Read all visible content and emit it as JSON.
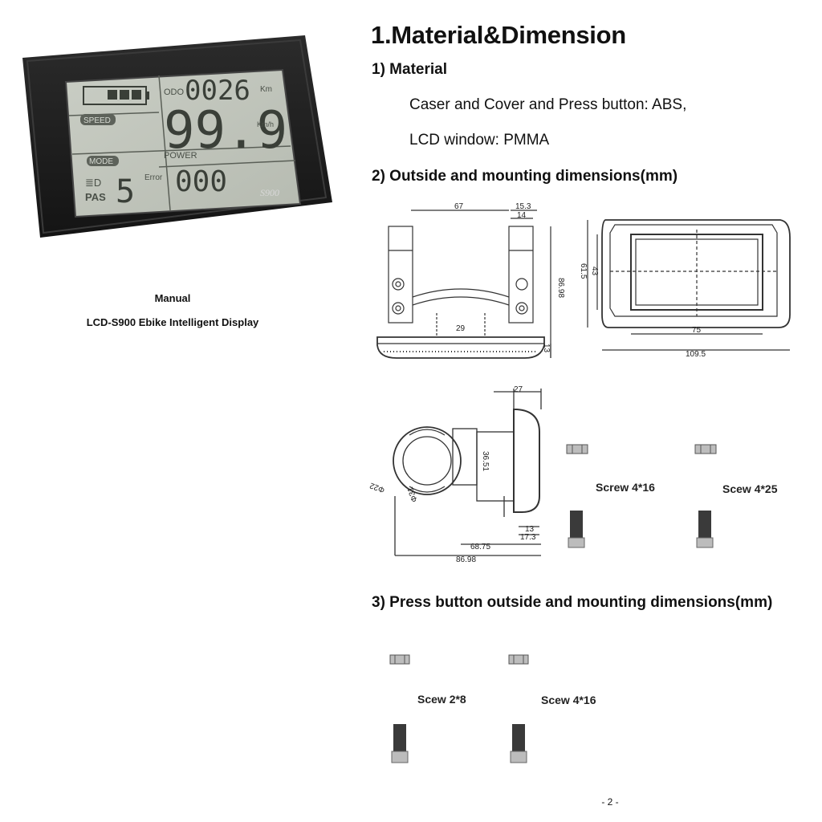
{
  "manual": {
    "title": "Manual",
    "subtitle": "LCD-S900 Ebike Intelligent Display"
  },
  "lcd_screen": {
    "odo_label": "ODO",
    "odo_value": "0026",
    "odo_unit": "Km",
    "speed_label": "SPEED",
    "speed_value": "99.9",
    "speed_unit": "Km/h",
    "power_label": "POWER",
    "mode_label": "MODE",
    "pas_label": "PAS",
    "pas_value": "5",
    "error_label": "Error",
    "error_value": "000",
    "brand": "S900"
  },
  "section": {
    "number_title": "1.",
    "title": "Material&Dimension"
  },
  "material": {
    "heading": "1)  Material",
    "line1": "Caser and Cover and Press button: ABS,",
    "line2": "LCD window: PMMA"
  },
  "dimensions": {
    "heading": "2)  Outside and mounting dimensions(mm)",
    "front_view": {
      "d1": "67",
      "d2": "15.3",
      "d3": "14",
      "d4": "86.98",
      "d5": "13",
      "d6": "29"
    },
    "top_view": {
      "d1": "61.5",
      "d2": "43",
      "d3": "75",
      "d4": "109.5"
    },
    "side_view": {
      "d1": "27",
      "d2": "36.51",
      "d3": "Φ22",
      "d4": "Φ31",
      "d5": "13",
      "d6": "17.3",
      "d7": "68.75",
      "d8": "86.98"
    },
    "screw_a": "Screw 4*16",
    "screw_b": "Scew 4*25"
  },
  "press_button": {
    "heading": "3)  Press button outside and mounting dimensions(mm)",
    "screw_a": "Scew 2*8",
    "screw_b": "Scew 4*16"
  },
  "page_number": "- 2 -"
}
